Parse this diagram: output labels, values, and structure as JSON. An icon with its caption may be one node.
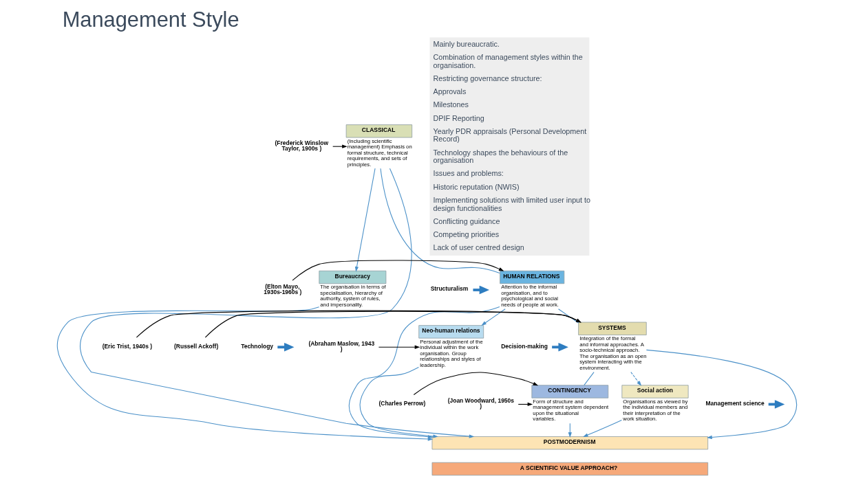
{
  "diagram": {
    "title": "Management Style",
    "nodes": [
      {
        "text": [
          "CLASSICAL"
        ],
        "beside": [
          "(Including scientific management) Emphasis on formal structure, technical requirements, and sets of principles."
        ]
      },
      {
        "text": [
          "Bureaucracy"
        ],
        "beside": [
          "The organisation in terms of specialisation, hierarchy of authority, system of rules, and impersonality."
        ]
      },
      {
        "text": [
          "HUMAN RELATIONS"
        ],
        "beside": [
          "Attention to the informal organisation, and to psychological and social needs of people at work."
        ]
      },
      {
        "text": [
          "Neo-human relations"
        ],
        "beside": [
          "Personal adjustment of the individual within the work organisation. Group relationships and styles of leadership."
        ]
      },
      {
        "text": [
          "SYSTEMS"
        ],
        "beside": [
          "Integration of the formal and informal approaches. A socio-technical approach. The organisation as an open system interacting with the environment."
        ]
      },
      {
        "text": [
          "Social action"
        ],
        "beside": [
          "Organisations as viewed by the individual members and their interpretation of the work situation."
        ]
      },
      {
        "text": [
          "CONTINGENCY"
        ],
        "beside": [
          "Form of structure and management system dependent upon the situational variables."
        ]
      },
      {
        "text": [
          "POSTMODERNISM"
        ]
      },
      {
        "text": [
          "A SCIENTIFIC VALUE APPROACH?"
        ]
      },
      {
        "text": [
          "(Frederick Winslow Taylor, 1900s )"
        ]
      },
      {
        "text": [
          "(Elton Mayo, 1930s-1960s )"
        ]
      },
      {
        "text": [
          "(Abraham Maslow, 1943 )"
        ]
      },
      {
        "text": [
          "(Eric Trist, 1940s )"
        ]
      },
      {
        "text": [
          "(Russell Ackoff)"
        ]
      },
      {
        "text": [
          "(Joan Woodward, 1950s )"
        ]
      },
      {
        "text": [
          "(Charles Perrow)"
        ]
      },
      {
        "text": [
          "Structuralism"
        ]
      },
      {
        "text": [
          "Technology"
        ]
      },
      {
        "text": [
          "Decision-making"
        ]
      },
      {
        "text": [
          "Management science"
        ]
      }
    ],
    "edges": [
      {
        "from": 0,
        "to": 1,
        "arrow": "to"
      },
      {
        "from": 0,
        "to": 2,
        "arrow": "none"
      },
      {
        "from": 2,
        "to": 4,
        "arrow": "none"
      },
      {
        "from": 4,
        "to": 6,
        "arrow": "none"
      },
      {
        "from": 6,
        "to": 7,
        "arrow": "to"
      },
      {
        "from": 0,
        "to": 7,
        "arrow": "to"
      },
      {
        "from": 1,
        "to": 7,
        "arrow": "to"
      },
      {
        "from": 2,
        "to": 3,
        "arrow": "to"
      },
      {
        "from": 2,
        "to": 7,
        "arrow": "to"
      },
      {
        "from": 3,
        "to": 7,
        "arrow": "to"
      },
      {
        "from": 4,
        "to": 5,
        "arrow": "to",
        "style": "dashed"
      },
      {
        "from": 4,
        "to": 7,
        "arrow": "to"
      },
      {
        "from": 5,
        "to": 7,
        "arrow": "to"
      },
      {
        "from": 9,
        "to": 0,
        "arrow": "to",
        "color": "#000000"
      },
      {
        "from": 10,
        "to": 2,
        "arrow": "to",
        "color": "#000000"
      },
      {
        "from": 11,
        "to": 3,
        "arrow": "to",
        "color": "#000000"
      },
      {
        "from": 12,
        "to": 4,
        "arrow": "to",
        "color": "#000000"
      },
      {
        "from": 13,
        "to": 4,
        "arrow": "to",
        "color": "#000000"
      },
      {
        "from": 14,
        "to": 6,
        "arrow": "to",
        "color": "#000000"
      },
      {
        "from": 15,
        "to": 6,
        "arrow": "to",
        "color": "#000000"
      },
      {
        "from": 16,
        "to": null,
        "arrow": "to",
        "style": "thick",
        "color": "#2e7dc0"
      },
      {
        "from": 17,
        "to": null,
        "arrow": "to",
        "style": "thick",
        "color": "#2e7dc0"
      },
      {
        "from": 18,
        "to": null,
        "arrow": "to",
        "style": "thick",
        "color": "#2e7dc0"
      },
      {
        "from": 19,
        "to": null,
        "arrow": "to",
        "style": "thick",
        "color": "#2e7dc0"
      }
    ],
    "labels": [
      "Mainly bureaucratic.",
      "Combination of management styles within the organisation.",
      "Restricting governance structure:",
      "Approvals",
      "Milestones",
      "DPIF Reporting",
      "Yearly PDR appraisals (Personal Development Record)",
      "Technology shapes the behaviours of the organisation",
      "Issues and problems:",
      "Historic reputation (NWIS)",
      "Implementing solutions with limited user input to design functionalities",
      "Conflicting guidance",
      "Competing priorities",
      "Lack of user centred design"
    ]
  }
}
